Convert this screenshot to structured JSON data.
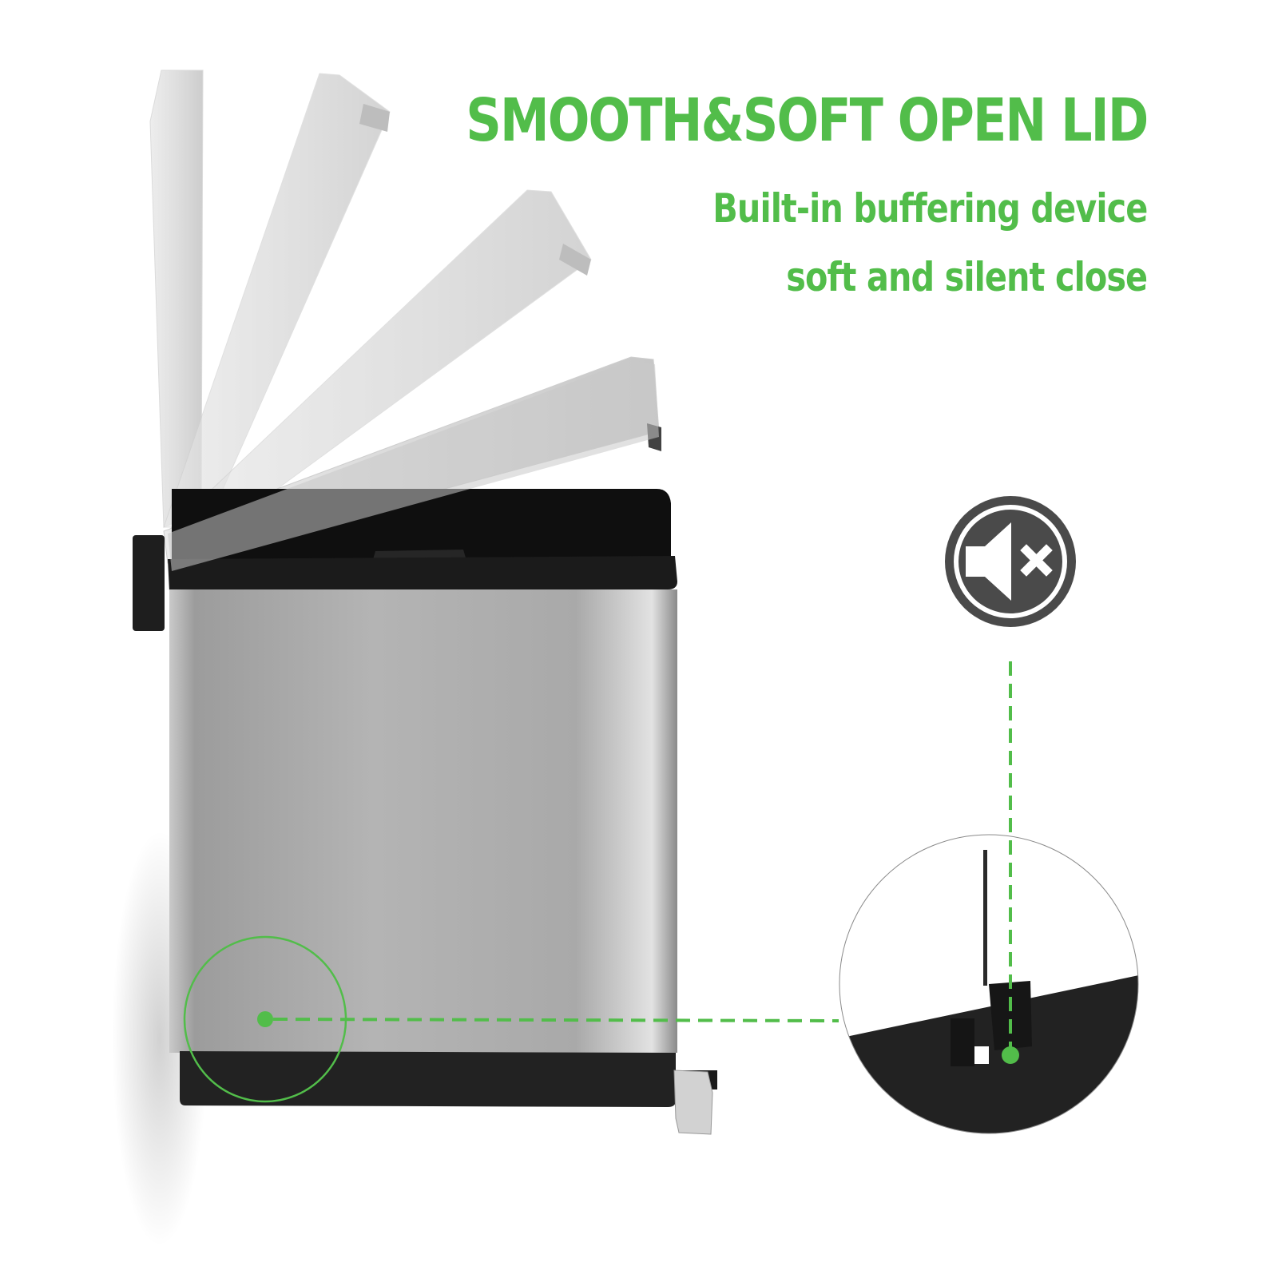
{
  "headline": {
    "title": "SMOOTH&SOFT OPEN LID",
    "subtitle_line1": "Built-in buffering device",
    "subtitle_line2": "soft and silent close"
  },
  "colors": {
    "accent_green": "#52bd4a",
    "icon_dark": "#4a4a4a",
    "bin_steel": "#b5b5b5",
    "bin_black": "#1f1f1f",
    "background": "#ffffff"
  },
  "icons": {
    "mute": "speaker-mute-icon",
    "callout_marker": "green-dot-marker"
  },
  "product": {
    "name": "stainless steel step trash can",
    "lid_positions": 4
  }
}
